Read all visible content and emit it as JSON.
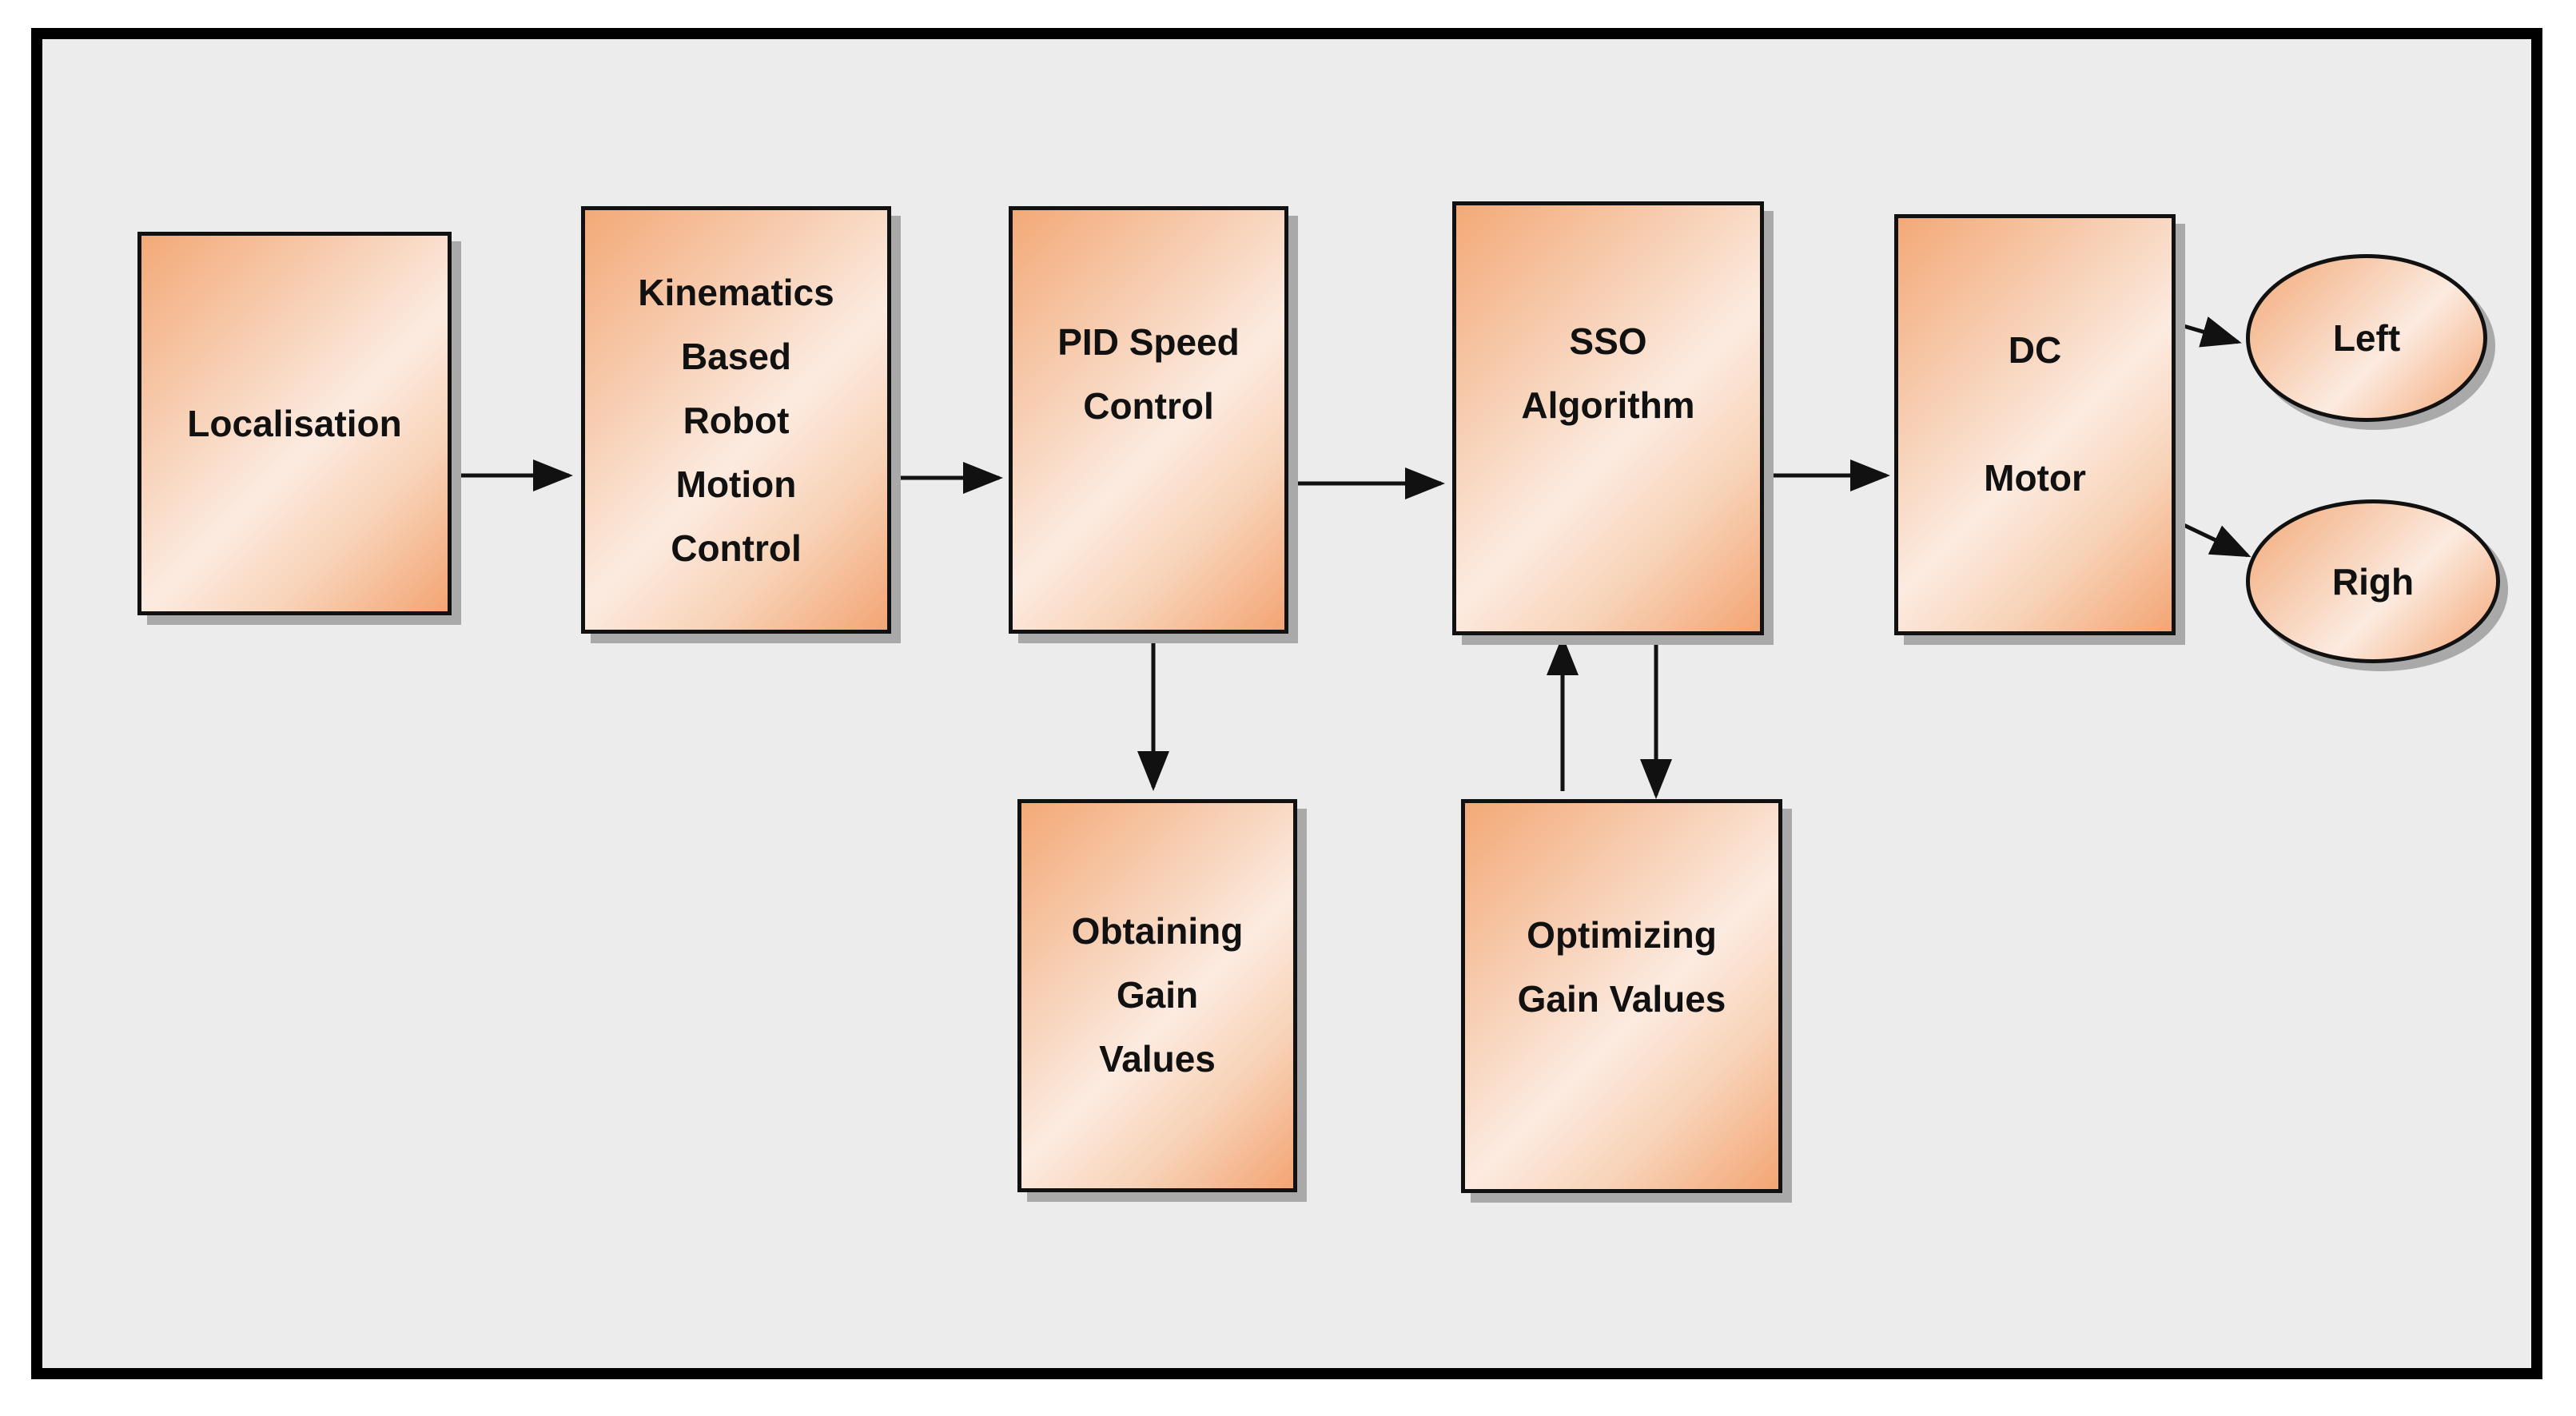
{
  "blocks": {
    "localisation": "Localisation",
    "kinematics": "Kinematics\nBased\nRobot\nMotion\nControl",
    "pid": "PID Speed\nControl",
    "sso": "SSO\nAlgorithm",
    "dc_motor": "DC\n\nMotor",
    "obtaining": "Obtaining\nGain\nValues",
    "optimizing": "Optimizing\nGain Values"
  },
  "outputs": {
    "left": "Left",
    "right": "Righ"
  },
  "colors": {
    "block_fill_dark": "#f3a977",
    "block_fill_light": "#fcebe0",
    "background": "#ececec",
    "stroke": "#111111"
  }
}
